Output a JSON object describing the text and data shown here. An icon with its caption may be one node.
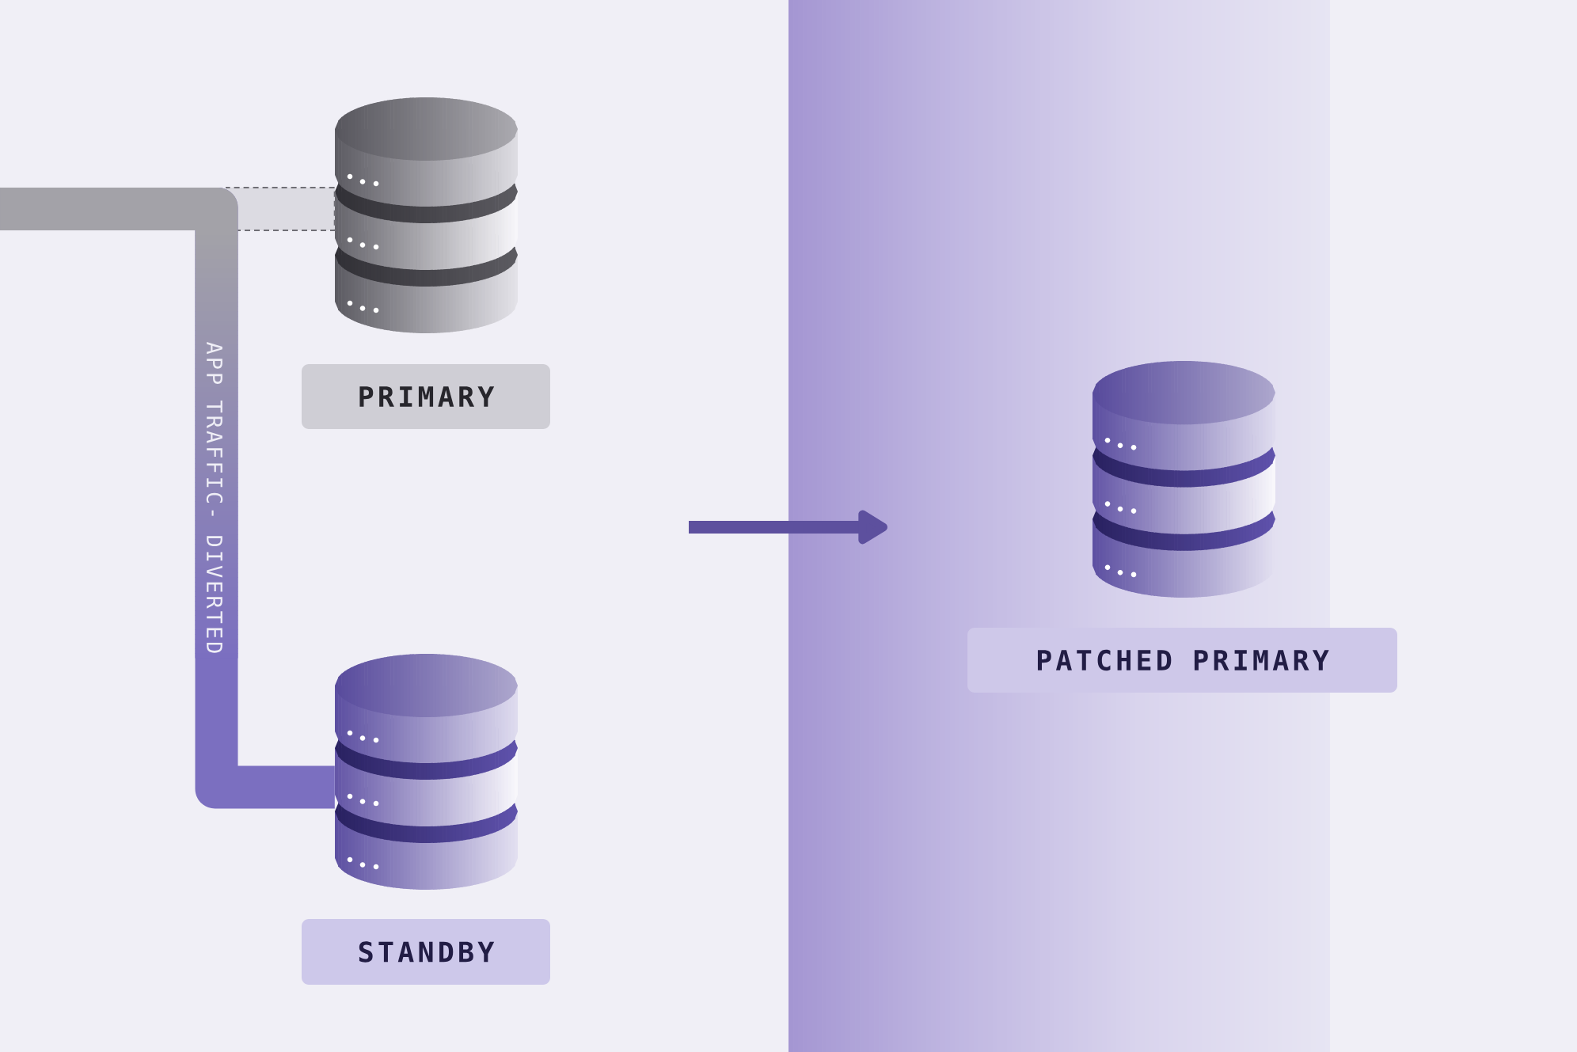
{
  "diagram": {
    "nodes": [
      {
        "text": [],
        "shape": "cylinder"
      },
      {
        "text": [
          "PRIMARY"
        ]
      },
      {
        "text": [],
        "shape": "cylinder"
      },
      {
        "text": [
          "STANDBY"
        ]
      },
      {
        "text": [],
        "shape": "cylinder"
      },
      {
        "text": [
          "PATCHED PRIMARY"
        ]
      }
    ],
    "edges": [
      {
        "from": null,
        "to": 2,
        "arrow": "none",
        "label": "APP TRAFFIC- DIVERTED",
        "style": "thick",
        "color": "#7b6fc0"
      },
      {
        "from": null,
        "to": 0,
        "arrow": "none",
        "style": "dashed"
      }
    ]
  }
}
